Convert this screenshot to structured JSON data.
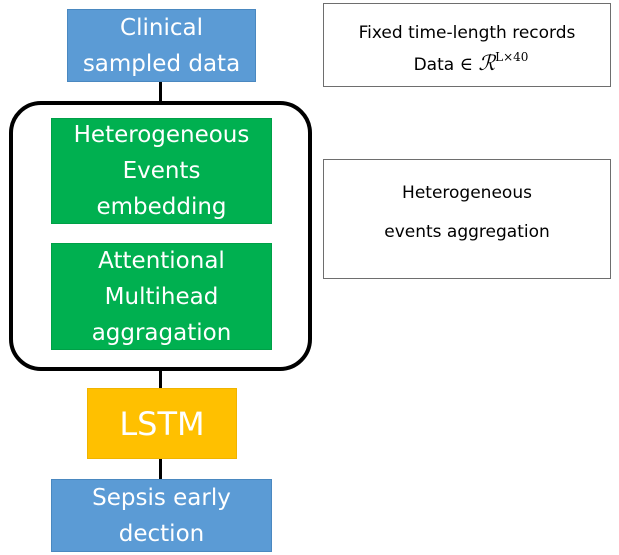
{
  "nodes": {
    "clinical_data": {
      "line1": "Clinical",
      "line2": "sampled data"
    },
    "events_embedding": {
      "line1": "Heterogeneous",
      "line2": "Events",
      "line3": "embedding"
    },
    "multihead_aggregation": {
      "line1": "Attentional",
      "line2": "Multihead",
      "line3": "aggragation"
    },
    "lstm": {
      "label": "LSTM"
    },
    "sepsis_detection": {
      "line1": "Sepsis early",
      "line2": "dection"
    }
  },
  "annotations": {
    "records": {
      "line1": "Fixed time-length records",
      "data_label": "Data",
      "element_of": "∈",
      "space_symbol": "ℛ",
      "dimension": "L×40"
    },
    "aggregation": {
      "line1": "Heterogeneous",
      "line2": "events aggregation"
    }
  },
  "colors": {
    "input_output": "#5b9bd5",
    "aggregation_block": "#00b050",
    "lstm": "#ffc000",
    "group_border": "#000000"
  }
}
